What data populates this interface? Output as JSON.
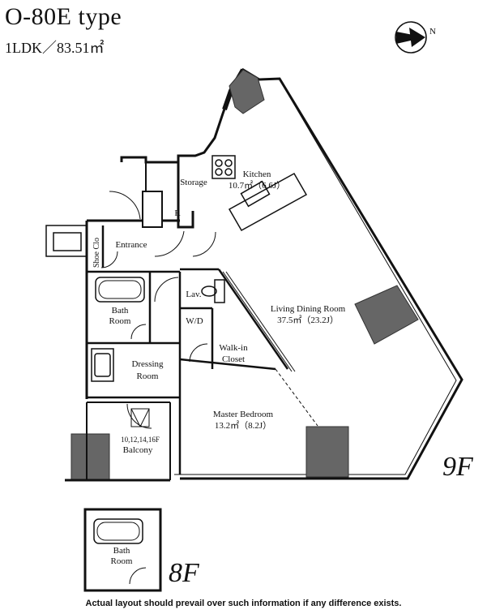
{
  "header": {
    "title": "O-80E type",
    "subtitle": "1LDK／83.51㎡",
    "compass_letter": "N"
  },
  "rooms": {
    "kitchen": {
      "name": "Kitchen",
      "area": "10.7㎡（6.6J）"
    },
    "storage": "Storage",
    "refrigerator": "R",
    "shoe_closet": "Shoe Clo",
    "entrance": "Entrance",
    "lavatory": "Lav.",
    "washer": "W/D",
    "bath_line1": "Bath",
    "bath_line2": "Room",
    "dressing_line1": "Dressing",
    "dressing_line2": "Room",
    "walkin_line1": "Walk-in",
    "walkin_line2": "Closet",
    "living": {
      "name": "Living Dining Room",
      "area": "37.5㎡（23.2J）"
    },
    "master": {
      "name": "Master Bedroom",
      "area": "13.2㎡（8.2J）"
    },
    "balcony_floors": "10,12,14,16F",
    "balcony": "Balcony"
  },
  "floors": {
    "upper": "9F",
    "lower": "8F",
    "lower_bath_line1": "Bath",
    "lower_bath_line2": "Room"
  },
  "footer": {
    "note": "Actual layout should prevail over such information if any difference exists."
  }
}
